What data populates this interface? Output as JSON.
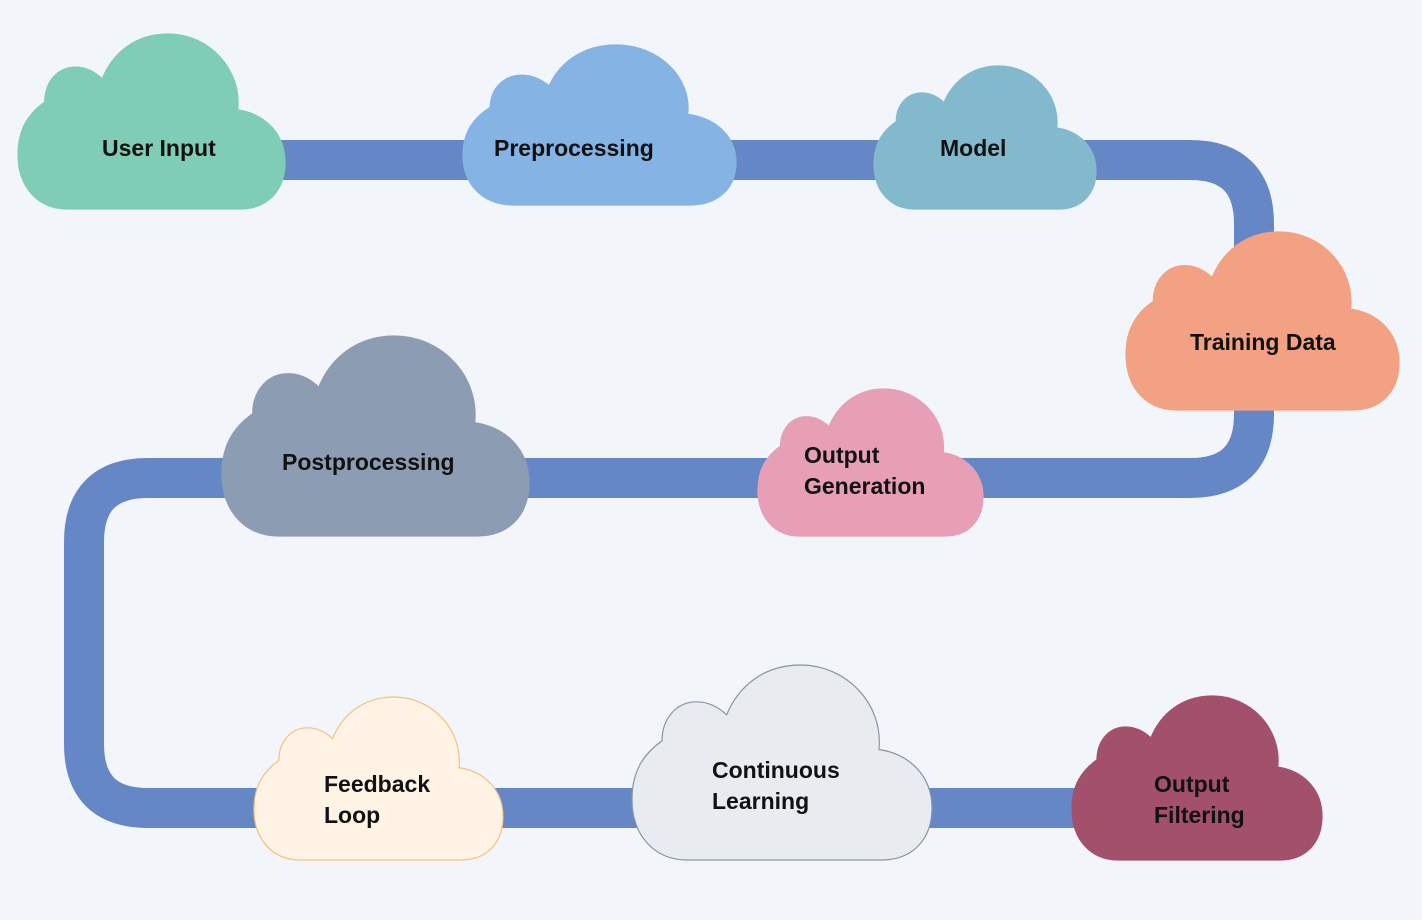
{
  "colors": {
    "background": "#f2f5f9",
    "connector": "#6587c6"
  },
  "nodes": [
    {
      "id": "user-input",
      "lines": [
        "User Input"
      ],
      "fill": "#7fcdb4",
      "stroke": "#7fcdb4"
    },
    {
      "id": "preprocessing",
      "lines": [
        "Preprocessing"
      ],
      "fill": "#85b3e3",
      "stroke": "#85b3e3"
    },
    {
      "id": "model",
      "lines": [
        "Model"
      ],
      "fill": "#82b9cc",
      "stroke": "#82b9cc"
    },
    {
      "id": "training-data",
      "lines": [
        "Training Data"
      ],
      "fill": "#f2a283",
      "stroke": "#f2a283"
    },
    {
      "id": "output-generation",
      "lines": [
        "Output",
        "Generation"
      ],
      "fill": "#e69fb4",
      "stroke": "#e69fb4"
    },
    {
      "id": "postprocessing",
      "lines": [
        "Postprocessing"
      ],
      "fill": "#8c9db3",
      "stroke": "#8c9db3"
    },
    {
      "id": "feedback-loop",
      "lines": [
        "Feedback",
        "Loop"
      ],
      "fill": "#fff3e6",
      "stroke": "#f2c27e"
    },
    {
      "id": "continuous-learning",
      "lines": [
        "Continuous",
        "Learning"
      ],
      "fill": "#e8ebf0",
      "stroke": "#8a93a6"
    },
    {
      "id": "output-filtering",
      "lines": [
        "Output",
        "Filtering"
      ],
      "fill": "#a3506c",
      "stroke": "#a3506c"
    }
  ]
}
